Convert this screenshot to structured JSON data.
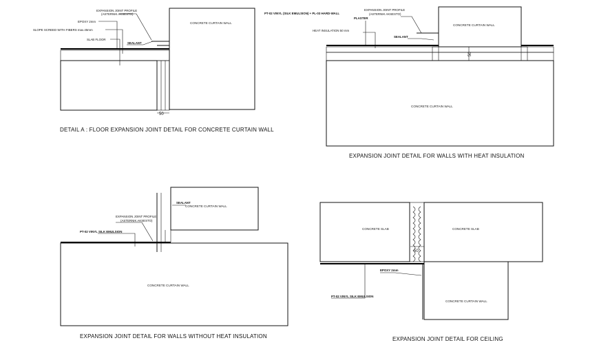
{
  "detail_a": {
    "title": "DETAIL A :  FLOOR EXPANSION JOINT DETAIL FOR CONCRETE CURTAIN WALL",
    "labels": {
      "profile_1": "EXPANSION JOINT PROFILE",
      "profile_2": "(ASTERNIK AKSESTO)",
      "epoxy": "EPOXY 2mm",
      "screed": "SLOPE SCREED WITH FIBERS max.45mm",
      "slab": "SLAB FLOOR",
      "sealant": "SEALANT",
      "wall": "CONCRETE CURTAIN WALL"
    },
    "dimension": "50"
  },
  "detail_b": {
    "title": "EXPANSION JOINT DETAIL FOR  WALLS WITH HEAT INSULATION",
    "labels": {
      "paint": "PT-02 VINYL (SILK EMULSION) + PL-03 HARD-WALL",
      "plaster": "PLASTER",
      "profile_1": "EXPANSION JOINT PROFILE",
      "profile_2": "(ASTERNIK AKSESTO)",
      "insulation": "HEAT INSULATION 50 mm",
      "sealant": "SEALANT",
      "wall_top": "CONCRETE CURTAIN WALL",
      "wall_bottom": "CONCRETE CURTAIN WALL"
    },
    "dimension": "50"
  },
  "detail_c": {
    "title": "EXPANSION JOINT DETAIL FOR  WALLS WITHOUT HEAT INSULATION",
    "labels": {
      "sealant": "SEALANT",
      "profile_1": "EXPANSION JOINT PROFILE",
      "profile_2": "(ASTERNIK AKSESTO)",
      "paint": "PT-02 VINYL SILK EMULSION",
      "wall_top": "CONCRETE CURTAIN WALL",
      "wall_bottom": "CONCRETE CURTAIN WALL"
    }
  },
  "detail_d": {
    "title": "EXPANSION JOINT DETAIL FOR  CEILING",
    "labels": {
      "slab_left": "CONCRETE SLAB",
      "slab_right": "CONCRETE SLAB",
      "epoxy": "EPOXY 2mm",
      "paint": "PT-02 VINYL SILK EMULSION",
      "wall": "CONCRETE CURTAIN WALL"
    },
    "dimension": "50"
  }
}
